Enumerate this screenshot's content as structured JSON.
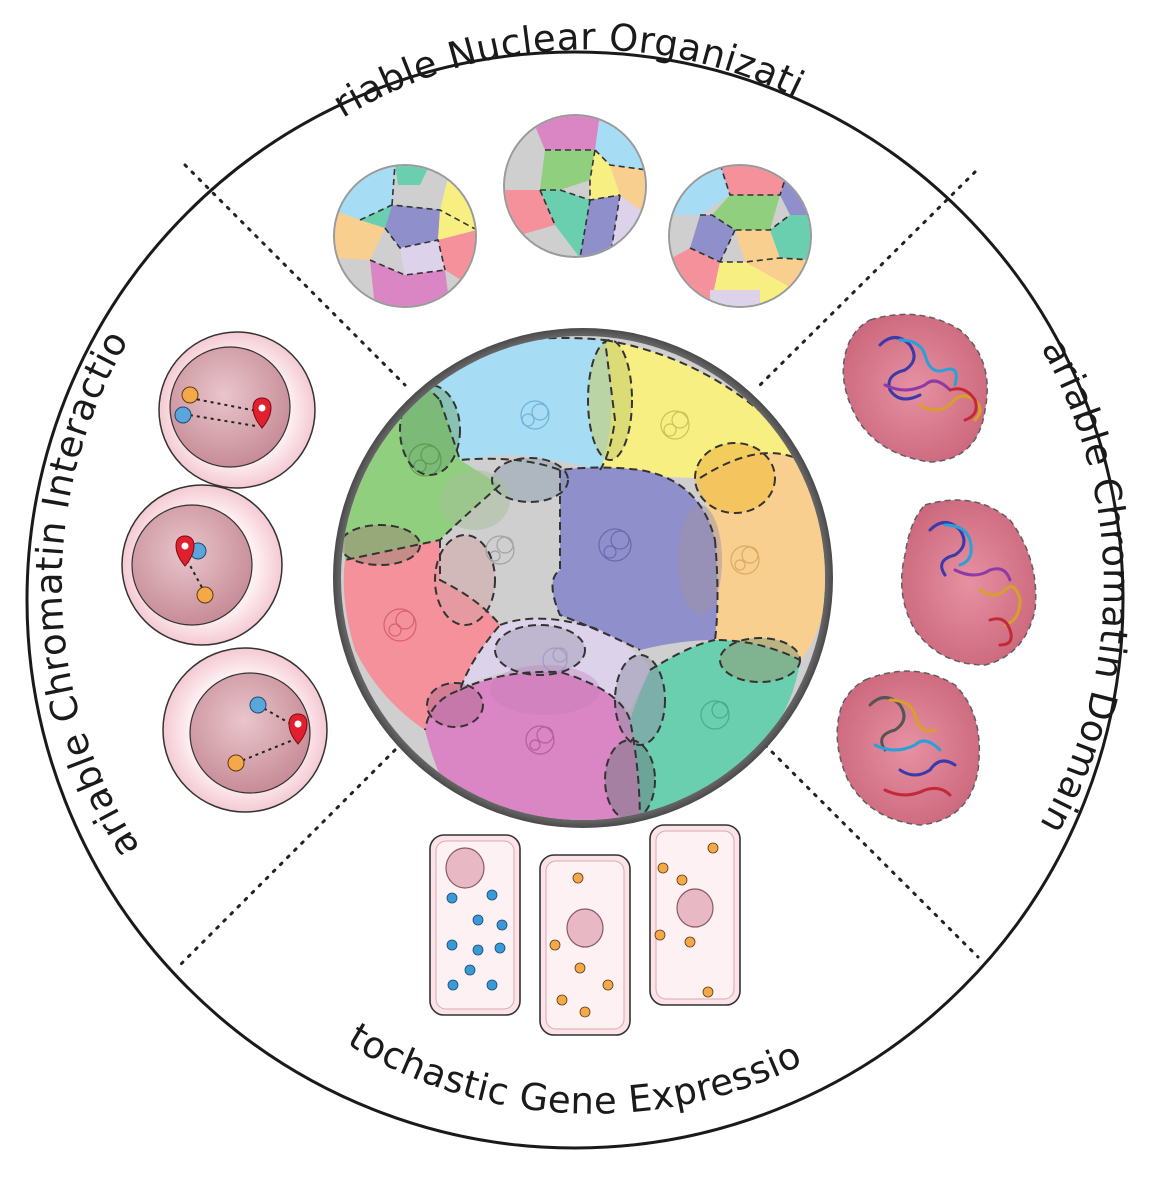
{
  "sections": {
    "top": "Variable Nuclear Organization",
    "right": "Variable Chromatin Domains",
    "bottom": "Stochastic Gene Expression",
    "left": "Variable Chromatin Interactions"
  },
  "colors": {
    "blue": "#a6dcf4",
    "yellow": "#f8ef82",
    "green": "#8fcf7e",
    "gray": "#cfcfcf",
    "purple": "#8e8fcb",
    "orange": "#f9cf90",
    "red": "#f4919b",
    "lavender": "#dcd3ea",
    "magenta": "#db86c4",
    "teal": "#69cfae",
    "pink_cell": "#fbe3e8",
    "domain_red": "#d55a72"
  }
}
